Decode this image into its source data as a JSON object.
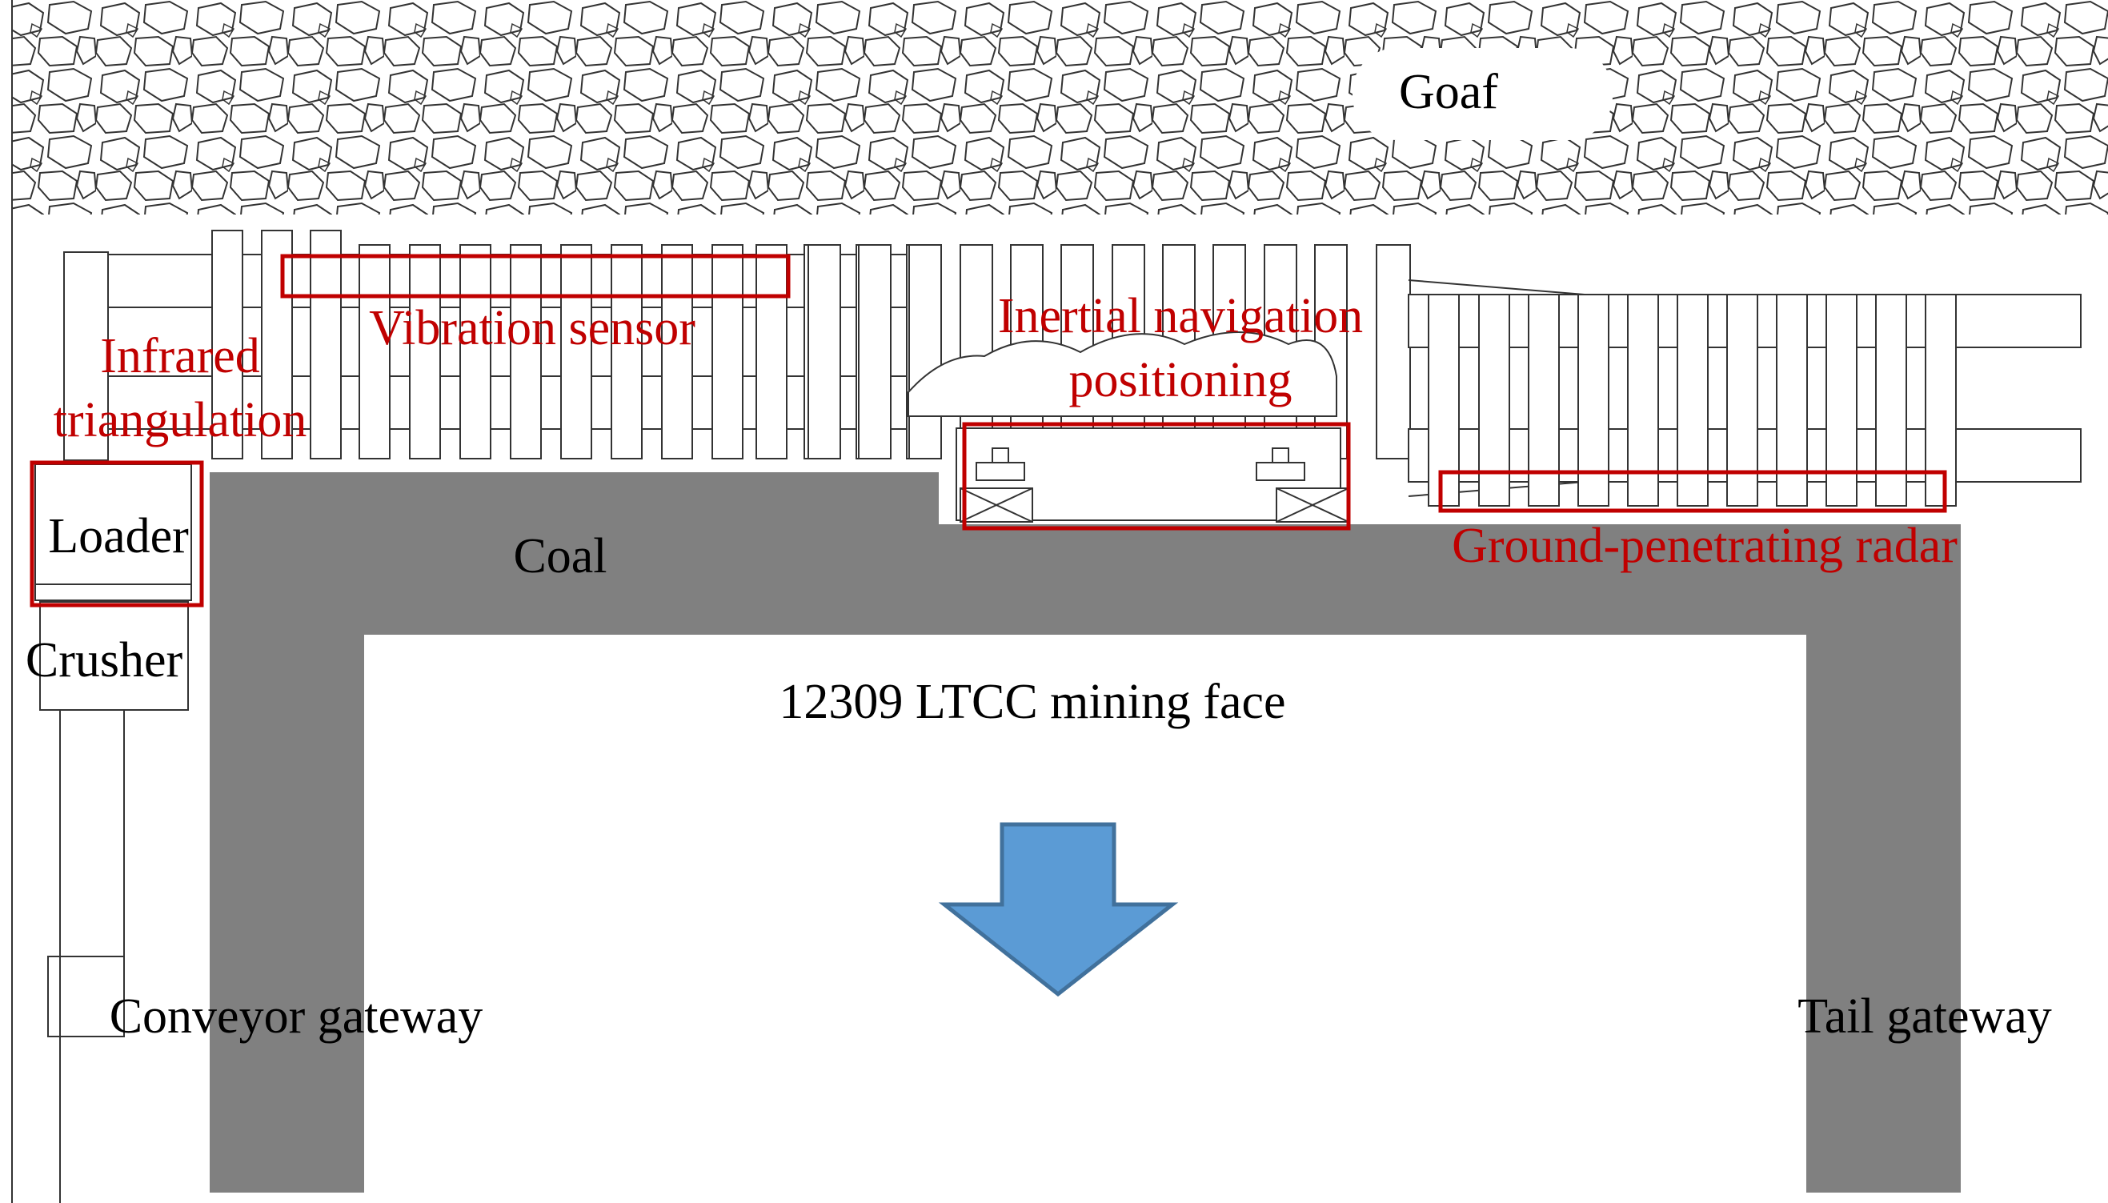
{
  "labels": {
    "goaf": "Goaf",
    "coal": "Coal",
    "mining_face": "12309 LTCC mining face",
    "loader": "Loader",
    "crusher": "Crusher",
    "conveyor_gateway": "Conveyor gateway",
    "tail_gateway": "Tail gateway"
  },
  "annotations": {
    "infrared_line1": "Infrared",
    "infrared_line2": "triangulation",
    "vibration": "Vibration sensor",
    "inertial_line1": "Inertial navigation",
    "inertial_line2": "positioning",
    "gpr": "Ground-penetrating radar"
  },
  "colors": {
    "annotation": "#c00000",
    "coal": "#808080",
    "arrow_fill": "#5b9bd5",
    "arrow_stroke": "#41719c",
    "line": "#333333"
  },
  "icons": {
    "advance_arrow": "arrow-down-icon"
  }
}
